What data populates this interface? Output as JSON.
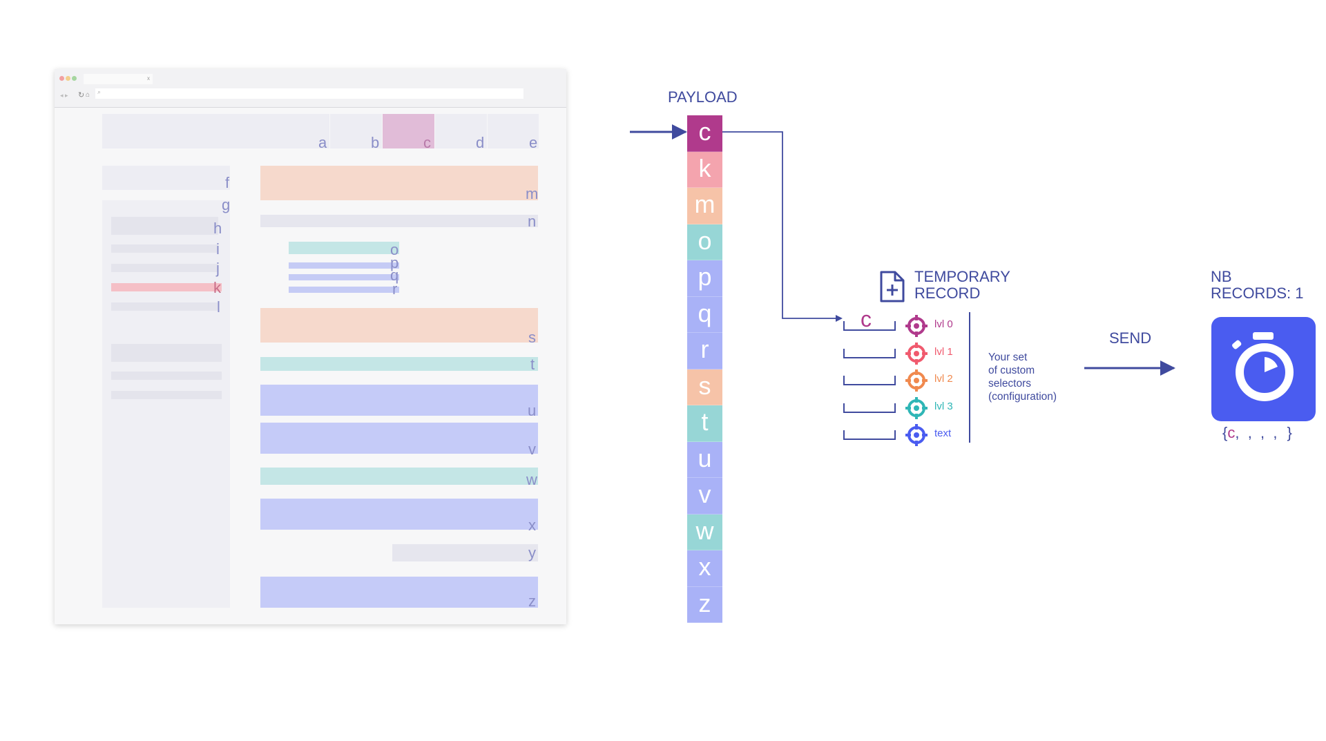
{
  "browser": {
    "tab_close": "x",
    "header_letters": [
      "a",
      "b",
      "c",
      "d",
      "e"
    ],
    "sidebar_letters": [
      "f",
      "g",
      "h",
      "i",
      "j",
      "k",
      "l"
    ],
    "content_letters": [
      "m",
      "n",
      "o",
      "p",
      "q",
      "r",
      "s",
      "t",
      "u",
      "v",
      "w",
      "x",
      "y",
      "z"
    ]
  },
  "payload": {
    "title": "PAYLOAD",
    "items": [
      {
        "letter": "c",
        "color": "#b03a8c"
      },
      {
        "letter": "k",
        "color": "#f4a4ae"
      },
      {
        "letter": "m",
        "color": "#f6c3a8"
      },
      {
        "letter": "o",
        "color": "#97d6d6"
      },
      {
        "letter": "p",
        "color": "#a9b2f7"
      },
      {
        "letter": "q",
        "color": "#a9b2f7"
      },
      {
        "letter": "r",
        "color": "#a9b2f7"
      },
      {
        "letter": "s",
        "color": "#f6c3a8"
      },
      {
        "letter": "t",
        "color": "#97d6d6"
      },
      {
        "letter": "u",
        "color": "#a9b2f7"
      },
      {
        "letter": "v",
        "color": "#a9b2f7"
      },
      {
        "letter": "w",
        "color": "#97d6d6"
      },
      {
        "letter": "x",
        "color": "#a9b2f7"
      },
      {
        "letter": "z",
        "color": "#a9b2f7"
      }
    ]
  },
  "temp_record": {
    "title_line1": "TEMPORARY",
    "title_line2": "RECORD",
    "slot0_value": "c",
    "levels": [
      {
        "label": "lvl 0",
        "color": "#b03a8c"
      },
      {
        "label": "lvl 1",
        "color": "#f05a6e"
      },
      {
        "label": "lvl 2",
        "color": "#f0894e"
      },
      {
        "label": "lvl 3",
        "color": "#2fb6b6"
      },
      {
        "label": "text",
        "color": "#4a5cf0"
      }
    ],
    "config_line1": "Your set",
    "config_line2": "of custom",
    "config_line3": "selectors",
    "config_line4": "(configuration)"
  },
  "send": {
    "label": "SEND"
  },
  "records": {
    "title_line1": "NB",
    "title_line2": "RECORDS: 1",
    "open_brace": "{",
    "first": "c",
    "rest": ",  ,  ,  ,",
    "close_brace": "}",
    "accent": "#4a5cf0"
  }
}
